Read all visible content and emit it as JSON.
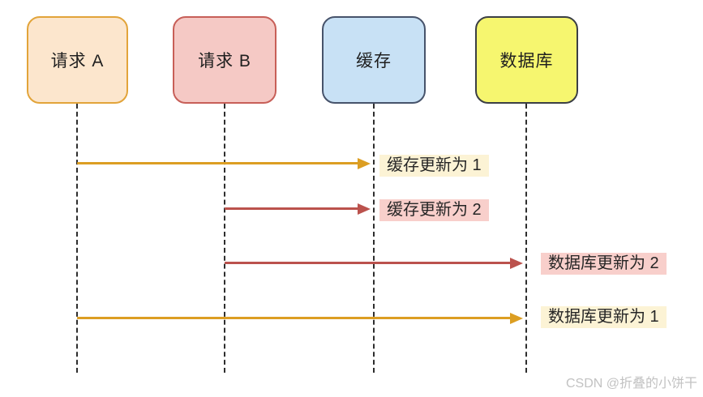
{
  "diagram": {
    "title_semantic": "cache-database-update-sequence",
    "participants": [
      {
        "label": "请求 A",
        "fill": "#fce6cd",
        "border": "#e2a43a"
      },
      {
        "label": "请求 B",
        "fill": "#f5c9c5",
        "border": "#c75f58"
      },
      {
        "label": "缓存",
        "fill": "#c8e1f5",
        "border": "#47536b"
      },
      {
        "label": "数据库",
        "fill": "#f6f66f",
        "border": "#3b3f45"
      }
    ],
    "messages": [
      {
        "from": "请求 A",
        "to": "缓存",
        "label": "缓存更新为 1",
        "color": "#dc9e22",
        "label_bg": "#fcf3d5"
      },
      {
        "from": "请求 B",
        "to": "缓存",
        "label": "缓存更新为 2",
        "color": "#bb524d",
        "label_bg": "#f8cfcb"
      },
      {
        "from": "请求 B",
        "to": "数据库",
        "label": "数据库更新为 2",
        "color": "#bb524d",
        "label_bg": "#f8cfcb"
      },
      {
        "from": "请求 A",
        "to": "数据库",
        "label": "数据库更新为 1",
        "color": "#dc9e22",
        "label_bg": "#fcf3d5"
      }
    ],
    "watermark": "CSDN @折叠的小饼干",
    "colors": {
      "lifeline": "#2e2e2e",
      "text": "#262626",
      "watermark": "#c2c2c2",
      "background": "#ffffff"
    }
  }
}
